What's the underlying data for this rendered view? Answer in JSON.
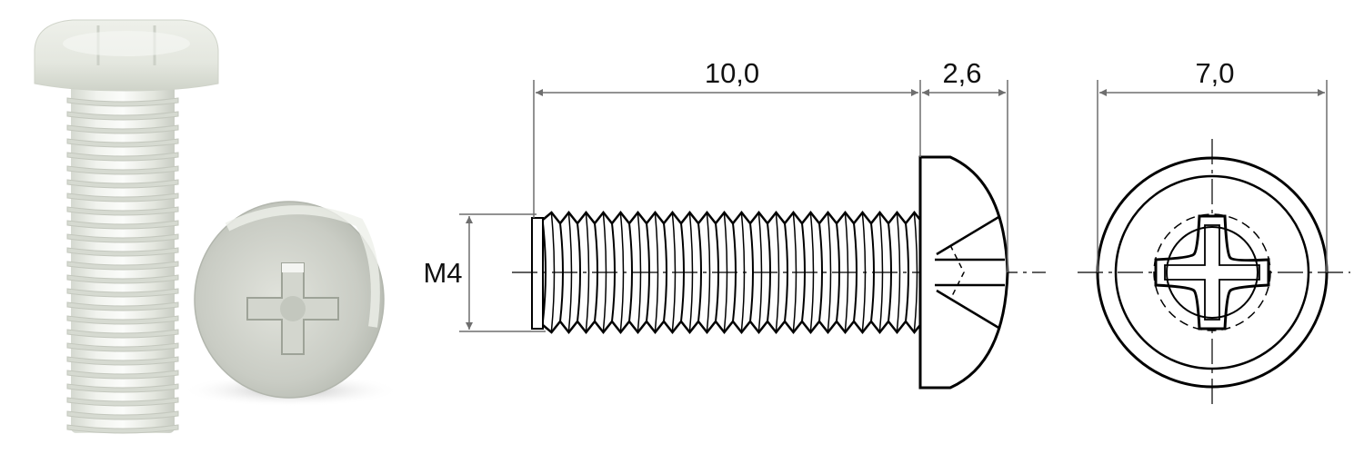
{
  "dimensions": {
    "shank_length": "10,0",
    "head_height": "2,6",
    "head_diameter": "7,0",
    "thread": "M4"
  },
  "colors": {
    "drawing_line": "#000000",
    "dimension_line": "#6e6e6e",
    "plastic_screw": "#e9ece6"
  },
  "icons": {
    "photo_side": "transparent-pan-head-screw-photo",
    "photo_top": "phillips-head-top-photo",
    "side_view": "screw-side-view-drawing",
    "top_view": "screw-top-view-drawing"
  }
}
